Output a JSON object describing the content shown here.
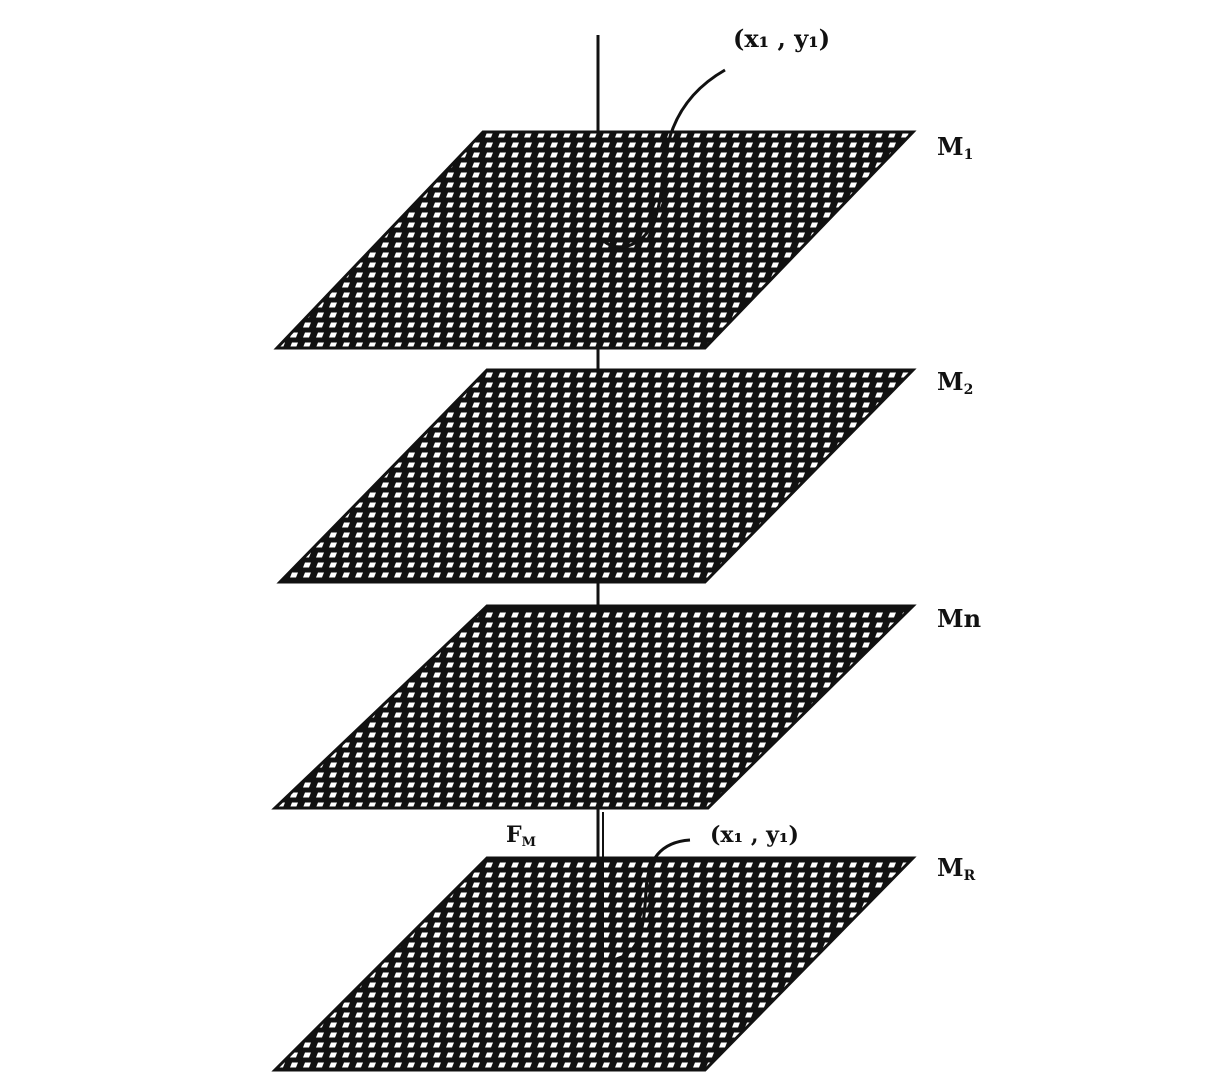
{
  "colors": {
    "ink": "#111111",
    "paper": "#ffffff"
  },
  "labels": {
    "point_top": "(x₁ , y₁)",
    "point_bottom": "(x₁ , y₁)",
    "force": "F",
    "force_sub": "M",
    "planes": [
      {
        "name": "M",
        "sub": "1"
      },
      {
        "name": "M",
        "sub": "2"
      },
      {
        "name": "Mn",
        "sub": ""
      },
      {
        "name": "M",
        "sub": "R"
      }
    ]
  }
}
